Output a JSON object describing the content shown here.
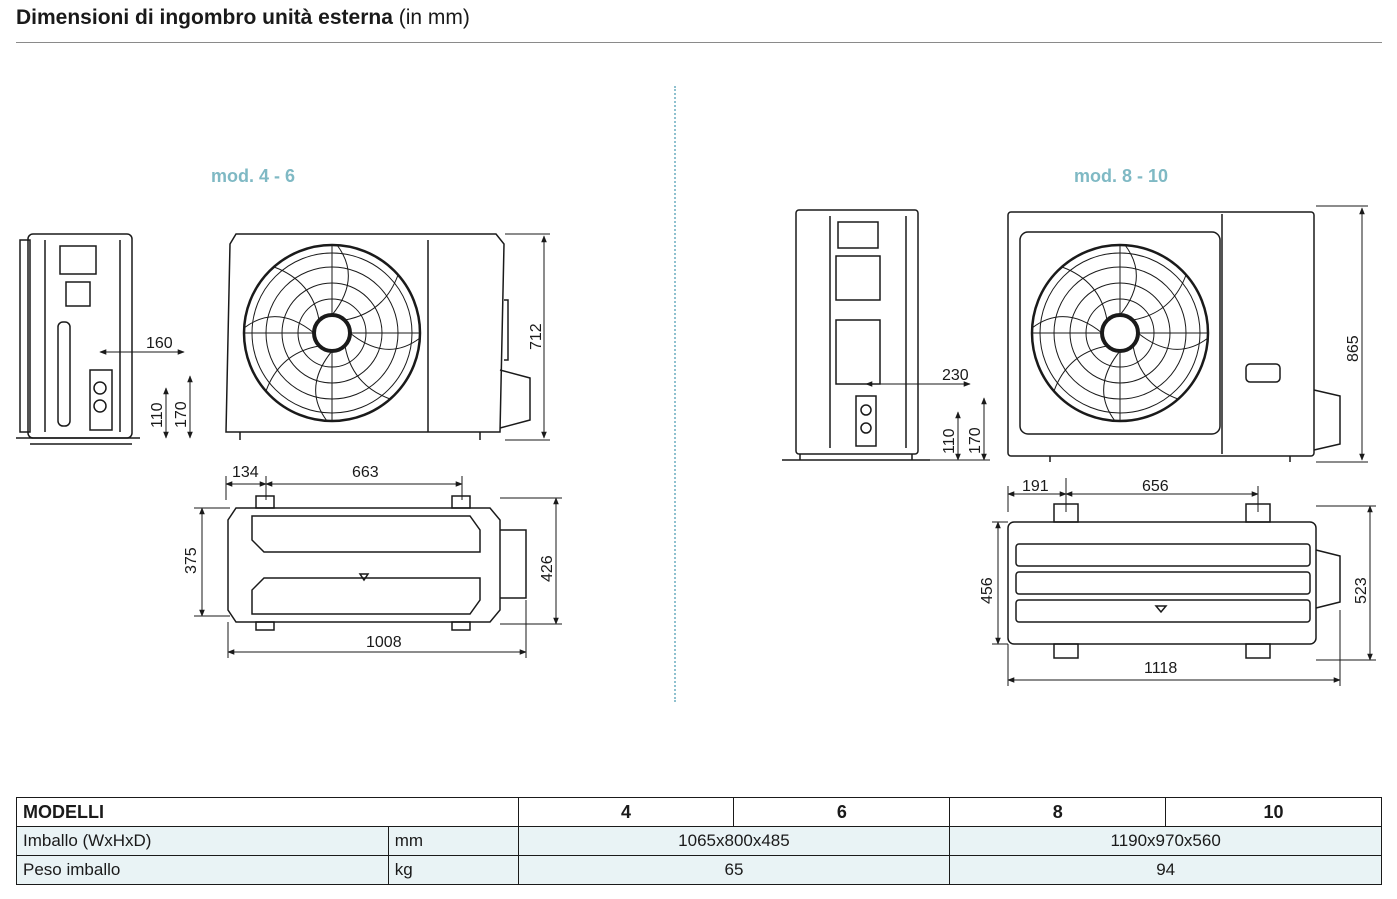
{
  "header": {
    "title_bold": "Dimensioni di ingombro unità esterna",
    "title_unit": "(in mm)"
  },
  "left_unit": {
    "label": "mod. 4 - 6",
    "dims": {
      "side_depth": "160",
      "side_h1": "110",
      "side_h2": "170",
      "front_height": "712",
      "top_offset": "134",
      "top_spacing": "663",
      "top_inner_depth": "375",
      "top_depth": "426",
      "top_width": "1008"
    }
  },
  "right_unit": {
    "label": "mod. 8 - 10",
    "dims": {
      "side_depth": "230",
      "side_h1": "110",
      "side_h2": "170",
      "front_height": "865",
      "top_offset": "191",
      "top_spacing": "656",
      "top_inner_depth": "456",
      "top_depth": "523",
      "top_width": "1118"
    }
  },
  "table": {
    "header": {
      "label": "MODELLI",
      "models": [
        "4",
        "6",
        "8",
        "10"
      ]
    },
    "rows": [
      {
        "label": "Imballo (WxHxD)",
        "unit": "mm",
        "group_a": "1065x800x485",
        "group_b": "1190x970x560"
      },
      {
        "label": "Peso imballo",
        "unit": "kg",
        "group_a": "65",
        "group_b": "94"
      }
    ]
  }
}
